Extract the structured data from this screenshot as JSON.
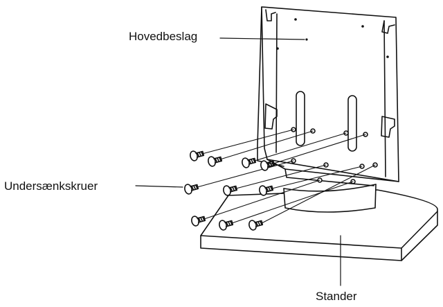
{
  "labels": {
    "main_bracket": "Hovedbeslag",
    "countersunk_screws": "Undersænkskruer",
    "stand": "Stander"
  },
  "colors": {
    "ink": "#111111",
    "paper": "#ffffff",
    "shade": "#e6e6e6"
  },
  "parts": {
    "screw_count": 10
  }
}
